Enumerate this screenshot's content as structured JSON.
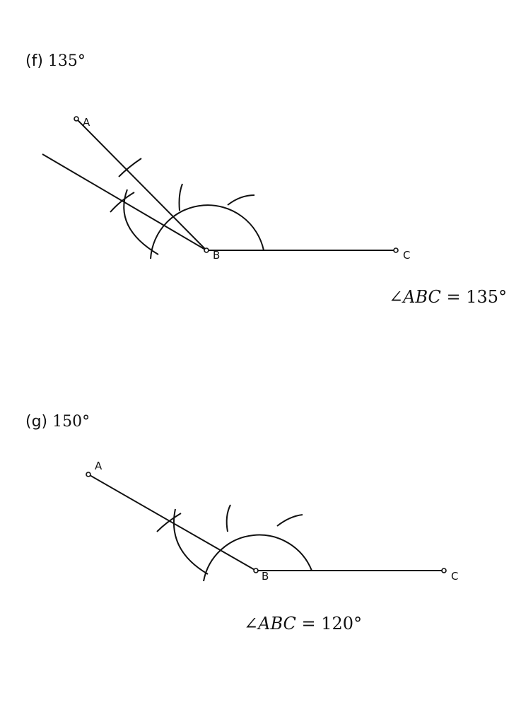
{
  "figures": [
    {
      "id": "f",
      "heading_part": "(f)",
      "heading_angle": "135°",
      "points": {
        "A": "A",
        "B": "B",
        "C": "C"
      },
      "result_angle_symbol": "∠",
      "result_name": "ABC",
      "result_equals": " = ",
      "result_value": "135°"
    },
    {
      "id": "g",
      "heading_part": "(g)",
      "heading_angle": "150°",
      "points": {
        "A": "A",
        "B": "B",
        "C": "C"
      },
      "result_angle_symbol": "∠",
      "result_name": "ABC",
      "result_equals": " = ",
      "result_value": "120°"
    }
  ]
}
